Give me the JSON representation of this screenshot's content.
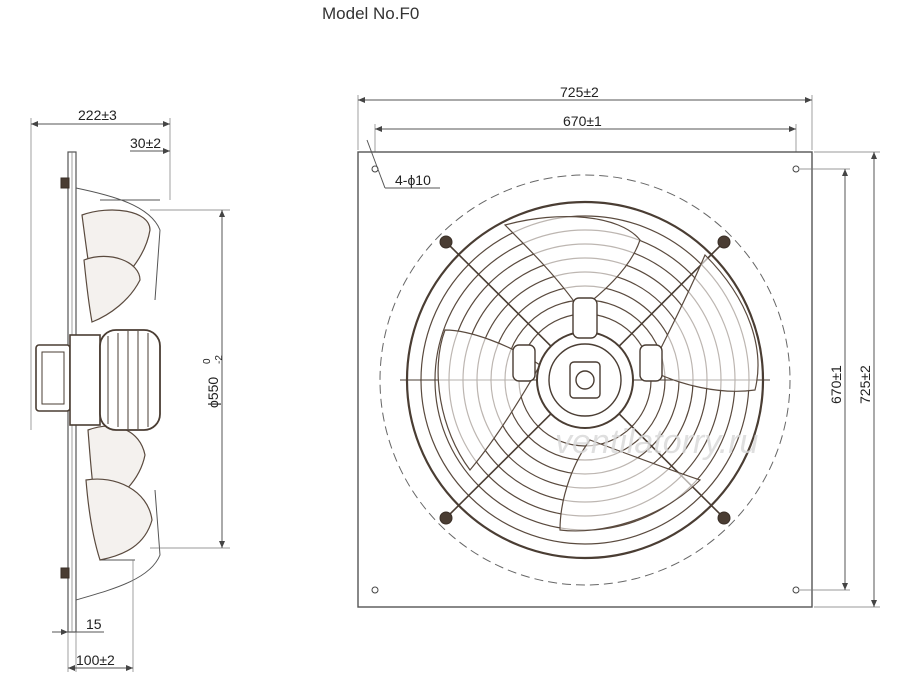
{
  "title": "Model No.F0",
  "side_view": {
    "overall_depth": "222±3",
    "plate_offset": "30±2",
    "impeller_diameter": "ϕ550",
    "impeller_tol_upper": "0",
    "impeller_tol_lower": "-2",
    "flange_thickness": "15",
    "mount_depth": "100±2"
  },
  "front_view": {
    "plate_width": "725±2",
    "hole_spacing_h": "670±1",
    "holes": "4-ϕ10",
    "hole_spacing_v": "670±1",
    "plate_height": "725±2"
  },
  "watermark": "ventilatorry.ru"
}
